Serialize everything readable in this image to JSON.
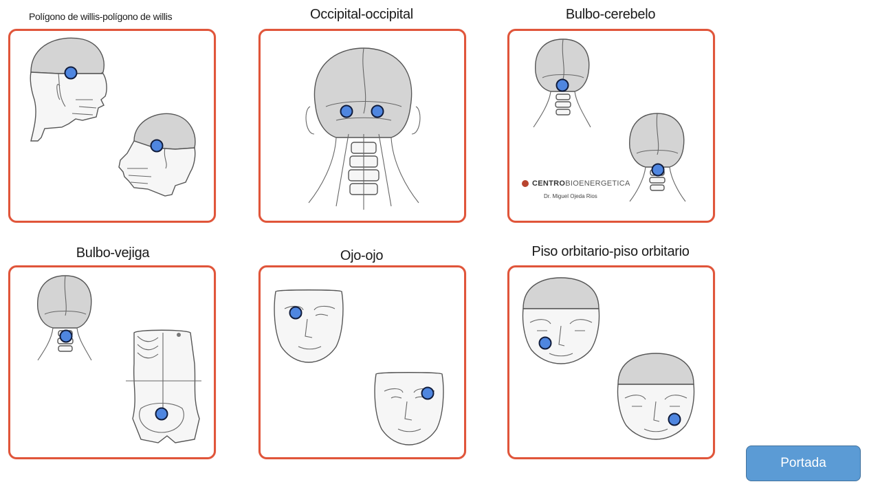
{
  "panels": [
    {
      "title": "Polígono de willis-polígono de willis"
    },
    {
      "title": "Occipital-occipital"
    },
    {
      "title": "Bulbo-cerebelo"
    },
    {
      "title": "Bulbo-vejiga"
    },
    {
      "title": "Ojo-ojo"
    },
    {
      "title": "Piso orbitario-piso orbitario"
    }
  ],
  "logo": {
    "brand_bold": "CENTRO",
    "brand_light": "BIOENERGETICA",
    "doctor": "Dr. Miguel Ojeda Rios"
  },
  "nav": {
    "portada_label": "Portada"
  },
  "colors": {
    "card_border": "#e0553a",
    "marker_fill": "#4f86e0",
    "marker_border": "#101c3c",
    "button_bg": "#5b9bd5"
  }
}
